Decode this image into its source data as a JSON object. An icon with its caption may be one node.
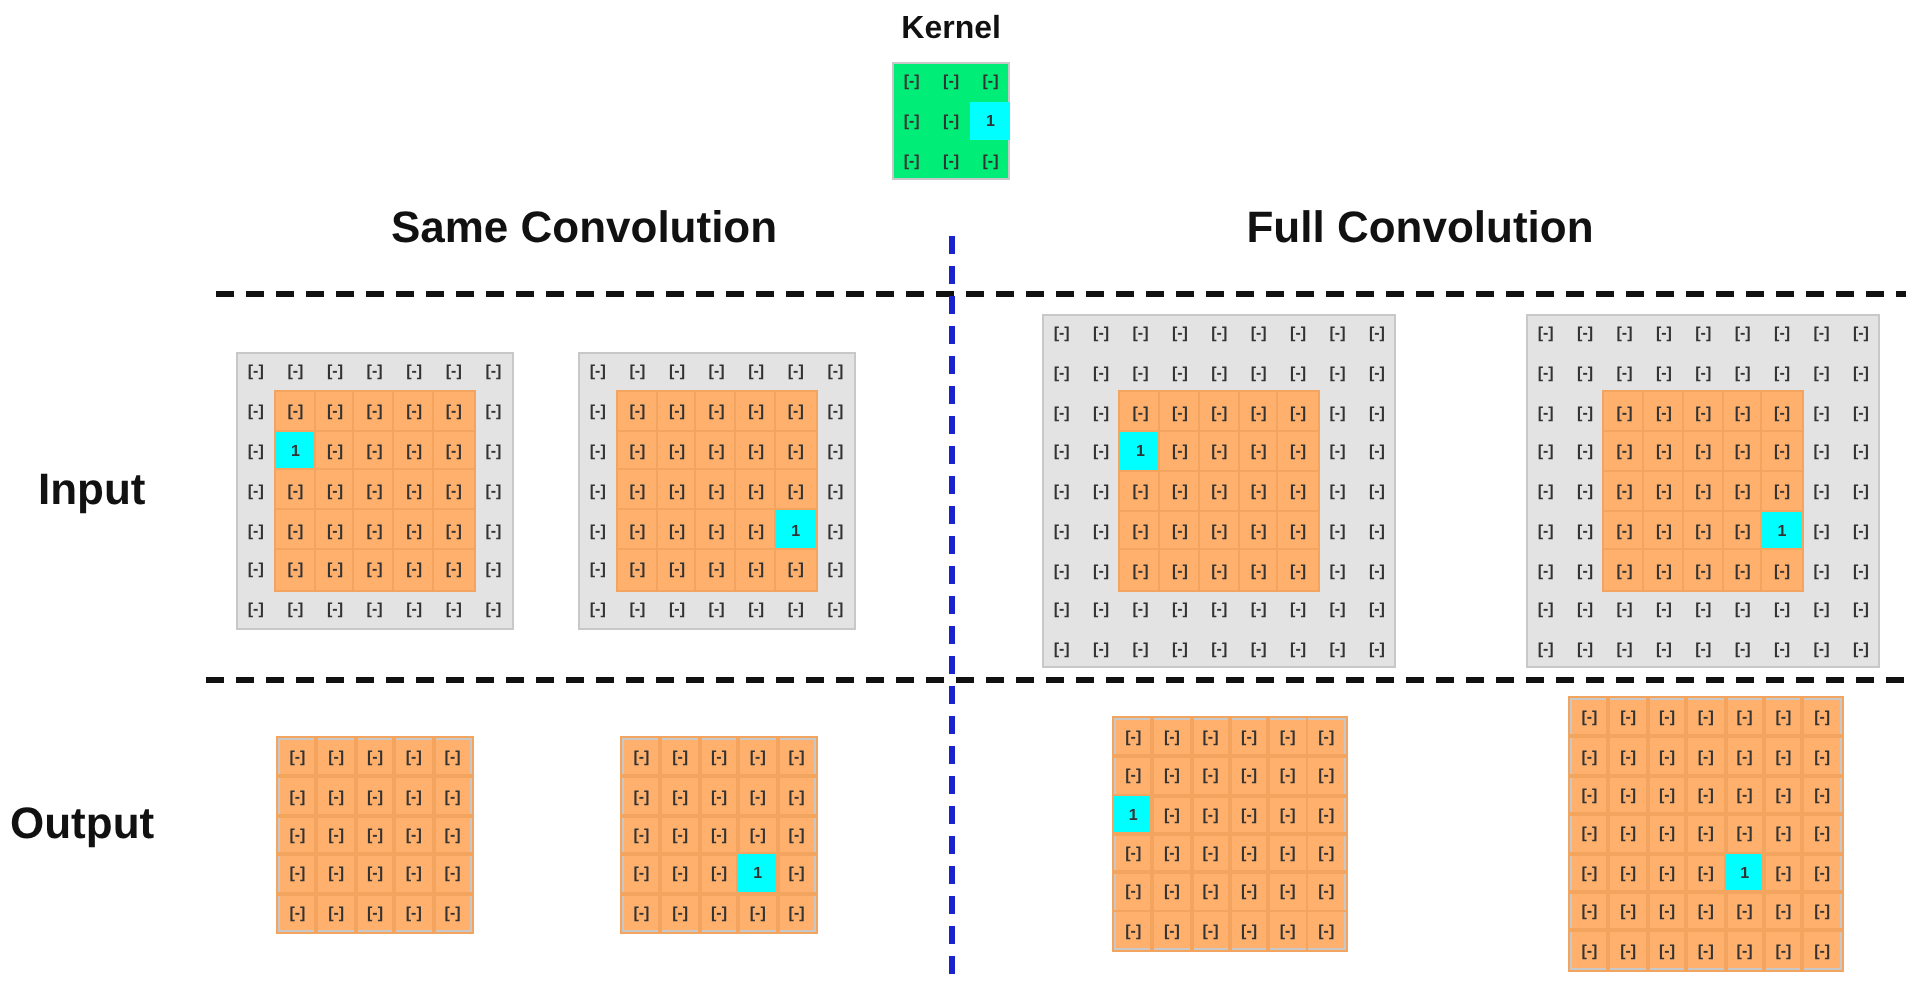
{
  "diagram": {
    "nodes": [
      {
        "text": [
          "Kernel",
          "[-]",
          "[-]",
          "[-]",
          "[-]",
          "[-]",
          "1",
          "[-]",
          "[-]",
          "[-]"
        ]
      },
      {
        "text": [
          "[-]",
          "[-]",
          "[-]",
          "[-]",
          "[-]",
          "[-]",
          "[-]",
          "[-]",
          "[-]",
          "[-]",
          "[-]",
          "[-]",
          "[-]",
          "[-]",
          "[-]",
          "1",
          "[-]",
          "[-]",
          "[-]",
          "[-]",
          "[-]",
          "[-]",
          "[-]",
          "[-]",
          "[-]",
          "[-]",
          "[-]",
          "[-]",
          "[-]",
          "[-]",
          "[-]",
          "[-]",
          "[-]",
          "[-]",
          "[-]",
          "[-]",
          "[-]",
          "[-]",
          "[-]",
          "[-]",
          "[-]",
          "[-]",
          "[-]",
          "[-]",
          "[-]",
          "[-]",
          "[-]",
          "[-]",
          "[-]"
        ]
      },
      {
        "text": [
          "[-]",
          "[-]",
          "[-]",
          "[-]",
          "[-]",
          "[-]",
          "[-]",
          "[-]",
          "[-]",
          "[-]",
          "[-]",
          "[-]",
          "[-]",
          "[-]",
          "[-]",
          "[-]",
          "[-]",
          "[-]",
          "[-]",
          "[-]",
          "[-]",
          "[-]",
          "[-]",
          "[-]",
          "[-]",
          "[-]",
          "[-]",
          "[-]",
          "[-]",
          "[-]",
          "[-]",
          "[-]",
          "[-]",
          "1",
          "[-]",
          "[-]",
          "[-]",
          "[-]",
          "[-]",
          "[-]",
          "[-]",
          "[-]",
          "[-]",
          "[-]",
          "[-]",
          "[-]",
          "[-]",
          "[-]",
          "[-]"
        ]
      },
      {
        "text": [
          "[-]",
          "[-]",
          "[-]",
          "[-]",
          "[-]",
          "[-]",
          "[-]",
          "[-]",
          "[-]",
          "[-]",
          "[-]",
          "[-]",
          "[-]",
          "[-]",
          "[-]",
          "[-]",
          "[-]",
          "[-]",
          "[-]",
          "[-]",
          "[-]",
          "[-]",
          "[-]",
          "[-]",
          "[-]",
          "[-]",
          "[-]",
          "[-]",
          "[-]",
          "1",
          "[-]",
          "[-]",
          "[-]",
          "[-]",
          "[-]",
          "[-]",
          "[-]",
          "[-]",
          "[-]",
          "[-]",
          "[-]",
          "[-]",
          "[-]",
          "[-]",
          "[-]",
          "[-]",
          "[-]",
          "[-]",
          "[-]",
          "[-]",
          "[-]",
          "[-]",
          "[-]",
          "[-]",
          "[-]",
          "[-]",
          "[-]",
          "[-]",
          "[-]",
          "[-]",
          "[-]",
          "[-]",
          "[-]",
          "[-]",
          "[-]",
          "[-]",
          "[-]",
          "[-]",
          "[-]",
          "[-]",
          "[-]",
          "[-]",
          "[-]",
          "[-]",
          "[-]",
          "[-]",
          "[-]",
          "[-]",
          "[-]",
          "[-]",
          "[-]"
        ]
      },
      {
        "text": [
          "[-]",
          "[-]",
          "[-]",
          "[-]",
          "[-]",
          "[-]",
          "[-]",
          "[-]",
          "[-]",
          "[-]",
          "[-]",
          "[-]",
          "[-]",
          "[-]",
          "[-]",
          "[-]",
          "[-]",
          "[-]",
          "[-]",
          "[-]",
          "[-]",
          "[-]",
          "[-]",
          "[-]",
          "[-]",
          "[-]",
          "[-]",
          "[-]",
          "[-]",
          "[-]",
          "[-]",
          "[-]",
          "[-]",
          "[-]",
          "[-]",
          "[-]",
          "[-]",
          "[-]",
          "[-]",
          "[-]",
          "[-]",
          "[-]",
          "[-]",
          "[-]",
          "[-]",
          "[-]",
          "[-]",
          "[-]",
          "[-]",
          "[-]",
          "[-]",
          "1",
          "[-]",
          "[-]",
          "[-]",
          "[-]",
          "[-]",
          "[-]",
          "[-]",
          "[-]",
          "[-]",
          "[-]",
          "[-]",
          "[-]",
          "[-]",
          "[-]",
          "[-]",
          "[-]",
          "[-]",
          "[-]",
          "[-]",
          "[-]",
          "[-]",
          "[-]",
          "[-]",
          "[-]",
          "[-]",
          "[-]",
          "[-]",
          "[-]",
          "[-]"
        ]
      },
      {
        "text": [
          "[-]",
          "[-]",
          "[-]",
          "[-]",
          "[-]",
          "[-]",
          "[-]",
          "[-]",
          "[-]",
          "[-]",
          "[-]",
          "[-]",
          "[-]",
          "[-]",
          "[-]",
          "[-]",
          "[-]",
          "[-]",
          "[-]",
          "[-]",
          "[-]",
          "[-]",
          "[-]",
          "[-]",
          "[-]"
        ]
      },
      {
        "text": [
          "[-]",
          "[-]",
          "[-]",
          "[-]",
          "[-]",
          "[-]",
          "[-]",
          "[-]",
          "[-]",
          "[-]",
          "[-]",
          "[-]",
          "[-]",
          "[-]",
          "[-]",
          "[-]",
          "[-]",
          "[-]",
          "1",
          "[-]",
          "[-]",
          "[-]",
          "[-]",
          "[-]",
          "[-]"
        ]
      },
      {
        "text": [
          "[-]",
          "[-]",
          "[-]",
          "[-]",
          "[-]",
          "[-]",
          "[-]",
          "[-]",
          "[-]",
          "[-]",
          "[-]",
          "[-]",
          "1",
          "[-]",
          "[-]",
          "[-]",
          "[-]",
          "[-]",
          "[-]",
          "[-]",
          "[-]",
          "[-]",
          "[-]",
          "[-]",
          "[-]",
          "[-]",
          "[-]",
          "[-]",
          "[-]",
          "[-]",
          "[-]",
          "[-]",
          "[-]",
          "[-]",
          "[-]",
          "[-]"
        ]
      },
      {
        "text": [
          "[-]",
          "[-]",
          "[-]",
          "[-]",
          "[-]",
          "[-]",
          "[-]",
          "[-]",
          "[-]",
          "[-]",
          "[-]",
          "[-]",
          "[-]",
          "[-]",
          "[-]",
          "[-]",
          "[-]",
          "[-]",
          "[-]",
          "[-]",
          "[-]",
          "[-]",
          "[-]",
          "[-]",
          "[-]",
          "[-]",
          "[-]",
          "[-]",
          "[-]",
          "[-]",
          "[-]",
          "[-]",
          "1",
          "[-]",
          "[-]",
          "[-]",
          "[-]",
          "[-]",
          "[-]",
          "[-]",
          "[-]",
          "[-]",
          "[-]",
          "[-]",
          "[-]",
          "[-]",
          "[-]",
          "[-]",
          "[-]"
        ]
      }
    ],
    "labels": [
      "Same Convolution",
      "Full Convolution",
      "Input",
      "Output"
    ]
  }
}
